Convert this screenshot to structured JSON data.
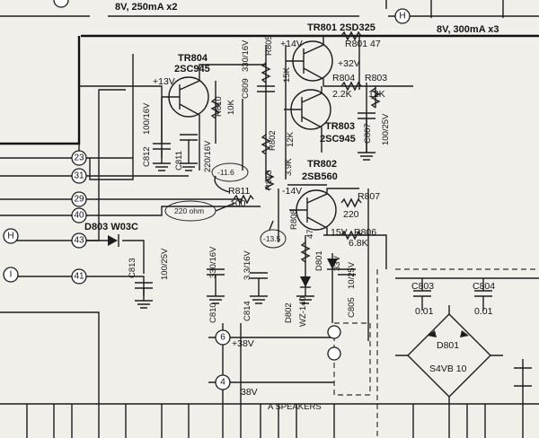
{
  "supply": {
    "top_left": "8V, 250mA x2",
    "top_right": "8V, 300mA x3",
    "plus14v": "+14V",
    "plus32v": "+32V",
    "plus13v": "+13V",
    "minus14v": "-14V",
    "v15": "15V",
    "plus38v": "+38V",
    "v38": "38V"
  },
  "annotations": {
    "a1": "-11.6",
    "a2": "220 ohm",
    "a3": "-13.5"
  },
  "transistors": [
    {
      "ref": "TR801",
      "part": "2SD325"
    },
    {
      "ref": "TR804",
      "part": "2SC945"
    },
    {
      "ref": "TR803",
      "part": "2SC945"
    },
    {
      "ref": "TR802",
      "part": "2SB560"
    }
  ],
  "resistors": {
    "r801": {
      "ref": "R801",
      "value": "47"
    },
    "r805": {
      "ref": "R805",
      "value": "15K"
    },
    "r804": {
      "ref": "R804",
      "value": "2.2K"
    },
    "r803": {
      "ref": "R803",
      "value": "12K"
    },
    "r810": {
      "ref": "R810",
      "value": "10K"
    },
    "r802": {
      "ref": "R802",
      "value": "12K"
    },
    "r813": {
      "ref": "R813",
      "value": "3.9K"
    },
    "r811": {
      "ref": "R811",
      "value": "100"
    },
    "r807": {
      "ref": "R807",
      "value": "220"
    },
    "r808": {
      "ref": "R808",
      "value": "47"
    },
    "r806": {
      "ref": "R806",
      "value": "6.8K"
    }
  },
  "capacitors": {
    "c809": {
      "ref": "C809",
      "value": "330/16V"
    },
    "c812": {
      "ref": "C812",
      "value": "100/16V"
    },
    "c811": {
      "ref": "C811",
      "value": "220/16V"
    },
    "c807": {
      "ref": "C807",
      "value": "100/25V"
    },
    "c813": {
      "ref": "C813",
      "value": "100/25V"
    },
    "c810": {
      "ref": "C810",
      "value": "330/16V"
    },
    "c814": {
      "ref": "C814",
      "value": "3.3/16V"
    },
    "c805": {
      "ref": "C805",
      "value": "10/25V"
    },
    "c803": {
      "ref": "C803",
      "value": "0.01"
    },
    "c804": {
      "ref": "C804",
      "value": "0.01"
    }
  },
  "diodes": {
    "d803": {
      "ref": "D803",
      "part": "W03C"
    },
    "d802": {
      "ref": "D802",
      "part": "WZ-140"
    },
    "d801": {
      "ref": "D801",
      "value": "33V"
    },
    "bridge": {
      "ref": "D801",
      "part": "S4VB 10"
    }
  },
  "connectors": {
    "left_pins": [
      "23",
      "31",
      "29",
      "40",
      "43",
      "41"
    ],
    "bottom_pins": [
      "6",
      "4"
    ],
    "flags": [
      "H",
      "I"
    ]
  },
  "misc": {
    "speakers": "A SPEAKERS"
  }
}
